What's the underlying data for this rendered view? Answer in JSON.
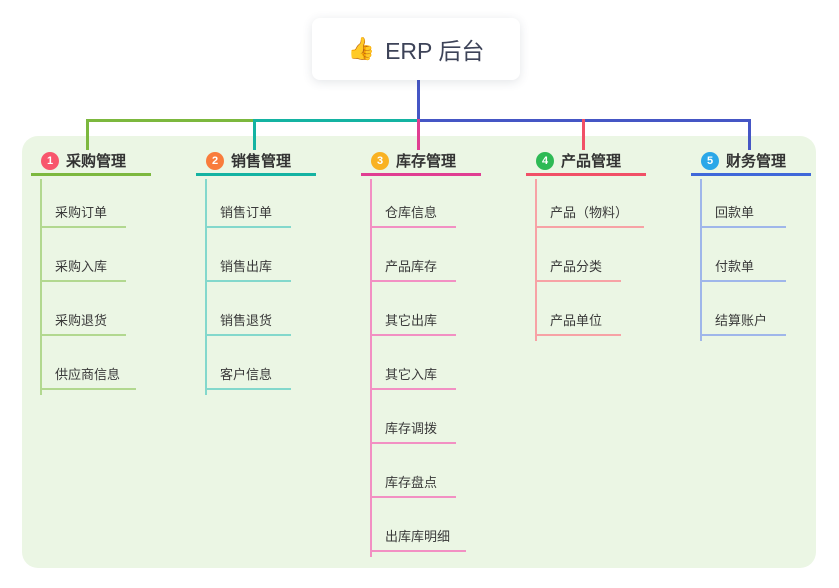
{
  "root": {
    "icon_glyph": "👍",
    "title": "ERP 后台"
  },
  "panel_bg": "#ebf6e4",
  "connector_colors": {
    "root_line": "#4556c5",
    "bus_green": "#7cb83e",
    "bus_teal": "#14b3a2",
    "bus_indigo": "#4556c5",
    "drop_magenta": "#e03e92",
    "drop_red": "#f15067"
  },
  "branches": [
    {
      "index": "1",
      "label": "采购管理",
      "badge_color": "#f8566c",
      "line_color": "#7cb83e",
      "child_line_color": "#b2d88f",
      "children": [
        "采购订单",
        "采购入库",
        "采购退货",
        "供应商信息"
      ]
    },
    {
      "index": "2",
      "label": "销售管理",
      "badge_color": "#f97c3c",
      "line_color": "#14b3a2",
      "child_line_color": "#83d8cc",
      "children": [
        "销售订单",
        "销售出库",
        "销售退货",
        "客户信息"
      ]
    },
    {
      "index": "3",
      "label": "库存管理",
      "badge_color": "#f9b222",
      "line_color": "#e03e92",
      "child_line_color": "#f290c3",
      "children": [
        "仓库信息",
        "产品库存",
        "其它出库",
        "其它入库",
        "库存调拨",
        "库存盘点",
        "出库库明细"
      ]
    },
    {
      "index": "4",
      "label": "产品管理",
      "badge_color": "#2eba55",
      "line_color": "#f15067",
      "child_line_color": "#f7a2a5",
      "children": [
        "产品（物料）",
        "产品分类",
        "产品单位"
      ]
    },
    {
      "index": "5",
      "label": "财务管理",
      "badge_color": "#2aa7e8",
      "line_color": "#3f68d9",
      "child_line_color": "#9fb6ea",
      "children": [
        "回款单",
        "付款单",
        "结算账户"
      ]
    }
  ]
}
